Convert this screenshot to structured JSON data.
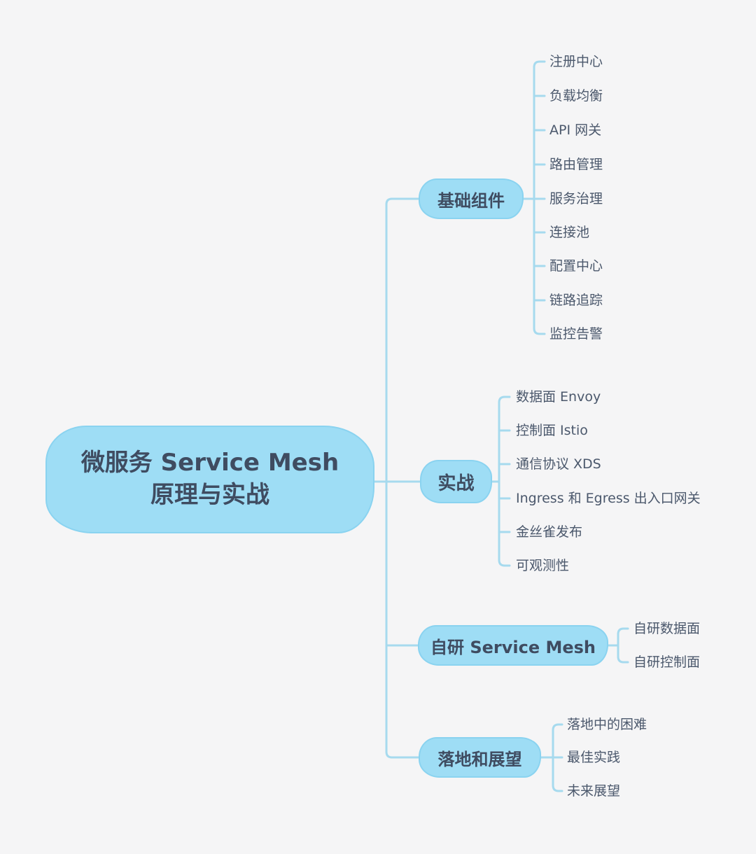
{
  "meta": {
    "type": "mindmap",
    "colors": {
      "background": "#f5f5f6",
      "node_fill": "#9eddf5",
      "node_border": "#8ad3f0",
      "connector": "#a6daee",
      "node_text": "#3f4c61",
      "leaf_text": "#4b586c"
    }
  },
  "root": {
    "title_line1": "微服务 Service Mesh",
    "title_line2": "原理与实战"
  },
  "branches": [
    {
      "label": "基础组件",
      "children": [
        "注册中心",
        "负载均衡",
        "API 网关",
        "路由管理",
        "服务治理",
        "连接池",
        "配置中心",
        "链路追踪",
        "监控告警"
      ]
    },
    {
      "label": "实战",
      "children": [
        "数据面 Envoy",
        "控制面 Istio",
        "通信协议 XDS",
        "Ingress 和 Egress 出入口网关",
        "金丝雀发布",
        "可观测性"
      ]
    },
    {
      "label": "自研 Service Mesh",
      "children": [
        "自研数据面",
        "自研控制面"
      ]
    },
    {
      "label": "落地和展望",
      "children": [
        "落地中的困难",
        "最佳实践",
        "未来展望"
      ]
    }
  ]
}
